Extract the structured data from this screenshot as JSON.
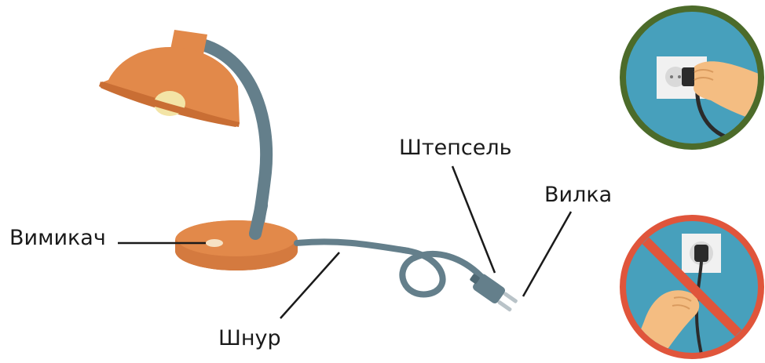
{
  "labels": {
    "switch": "Вимикач",
    "plug": "Штепсель",
    "prongs": "Вилка",
    "cord": "Шнур"
  },
  "icons": {
    "correct": "hand-unplugging-by-plug-icon",
    "incorrect": "hand-pulling-cord-prohibited-icon"
  },
  "colors": {
    "lamp_orange": "#E2894A",
    "lamp_orange_dark": "#C96E34",
    "cord_blue_gray": "#647F8B",
    "correct_ring": "#4C6B2A",
    "incorrect_ring": "#E0553B",
    "circle_bg": "#47A0BC"
  }
}
